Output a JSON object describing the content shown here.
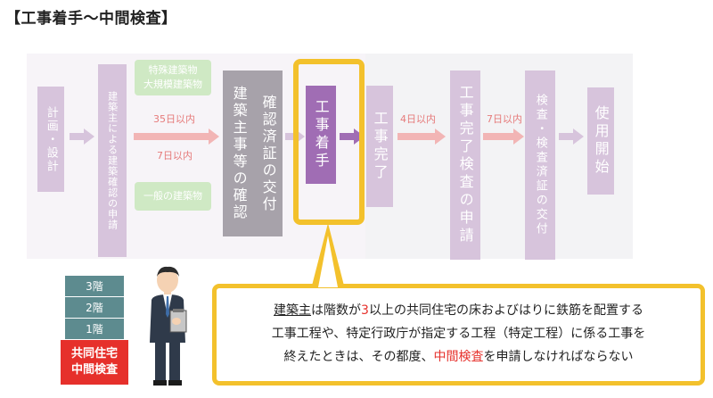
{
  "title": "【工事着手〜中間検査】",
  "steps": {
    "plan": "計画・設計",
    "owner_apply": "建築主による建築確認の申請",
    "owner_confirm": "建築主事等の確認",
    "confirm_issue": "確認済証の交付",
    "start": "工事着手",
    "complete": "工事完了",
    "apply_inspect": "工事完了検査の申請",
    "inspect_issue": "検査・検査済証の交付",
    "use": "使用開始"
  },
  "arrows": {
    "days35": "35日以内",
    "days7": "7日以内",
    "days4": "4日以内",
    "days7b": "7日以内"
  },
  "bubbles": {
    "special_line1": "特殊建築物",
    "special_line2": "大規模建築物",
    "general": "一般の建築物"
  },
  "floors": [
    "3階",
    "2階",
    "1階"
  ],
  "badge": {
    "line1": "共同住宅",
    "line2": "中間検査"
  },
  "speech": {
    "l1_a": "建築主",
    "l1_b": "は階数が",
    "l1_c": "3",
    "l1_d": "以上の共同住宅の床およびはりに鉄筋を配置する",
    "l2": "工事工程や、特定行政庁が指定する工程（特定工程）に係る工事を",
    "l3_a": "終えたときは、その都度、",
    "l3_b": "中間検査",
    "l3_c": "を申請しなければならない"
  },
  "colors": {
    "accent_yellow": "#f3c12c",
    "purple_strong": "#a06db4",
    "purple_faded": "#d7c4dc",
    "red": "#e6302b",
    "floor_teal": "#5d8b8f"
  }
}
